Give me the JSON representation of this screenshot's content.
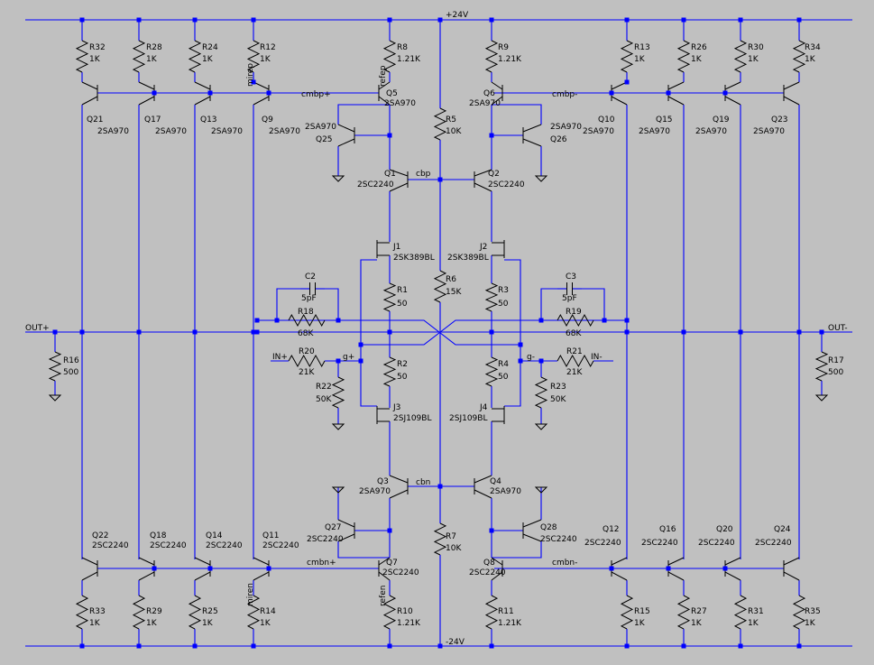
{
  "supply": {
    "pos": "+24V",
    "neg": "-24V"
  },
  "ports": {
    "out_pos": "OUT+",
    "out_neg": "OUT-",
    "in_pos": "IN+",
    "in_neg": "IN-"
  },
  "nets": {
    "cmbp_pos": "cmbp+",
    "cmbp_neg": "cmbp-",
    "cmbn_pos": "cmbn+",
    "cmbn_neg": "cmbn-",
    "cbp": "cbp",
    "cbn": "cbn",
    "g_pos": "g+",
    "g_neg": "g-",
    "mirep": "mirep",
    "refep": "refep",
    "miren": "miren",
    "refen": "refen"
  },
  "top_resistors": [
    {
      "ref": "R32",
      "val": "1K"
    },
    {
      "ref": "R28",
      "val": "1K"
    },
    {
      "ref": "R24",
      "val": "1K"
    },
    {
      "ref": "R12",
      "val": "1K"
    },
    {
      "ref": "R8",
      "val": "1.21K"
    },
    {
      "ref": "R9",
      "val": "1.21K"
    },
    {
      "ref": "R13",
      "val": "1K"
    },
    {
      "ref": "R26",
      "val": "1K"
    },
    {
      "ref": "R30",
      "val": "1K"
    },
    {
      "ref": "R34",
      "val": "1K"
    }
  ],
  "bottom_resistors": [
    {
      "ref": "R33",
      "val": "1K"
    },
    {
      "ref": "R29",
      "val": "1K"
    },
    {
      "ref": "R25",
      "val": "1K"
    },
    {
      "ref": "R14",
      "val": "1K"
    },
    {
      "ref": "R10",
      "val": "1.21K"
    },
    {
      "ref": "R11",
      "val": "1.21K"
    },
    {
      "ref": "R15",
      "val": "1K"
    },
    {
      "ref": "R27",
      "val": "1K"
    },
    {
      "ref": "R31",
      "val": "1K"
    },
    {
      "ref": "R35",
      "val": "1K"
    }
  ],
  "top_transistors": [
    {
      "ref": "Q21",
      "part": "2SA970"
    },
    {
      "ref": "Q17",
      "part": "2SA970"
    },
    {
      "ref": "Q13",
      "part": "2SA970"
    },
    {
      "ref": "Q9",
      "part": "2SA970"
    },
    {
      "ref": "Q5",
      "part": "2SA970"
    },
    {
      "ref": "Q6",
      "part": "2SA970"
    },
    {
      "ref": "Q10",
      "part": "2SA970"
    },
    {
      "ref": "Q15",
      "part": "2SA970"
    },
    {
      "ref": "Q19",
      "part": "2SA970"
    },
    {
      "ref": "Q23",
      "part": "2SA970"
    }
  ],
  "bottom_transistors": [
    {
      "ref": "Q22",
      "part": "2SC2240"
    },
    {
      "ref": "Q18",
      "part": "2SC2240"
    },
    {
      "ref": "Q14",
      "part": "2SC2240"
    },
    {
      "ref": "Q11",
      "part": "2SC2240"
    },
    {
      "ref": "Q7",
      "part": "2SC2240"
    },
    {
      "ref": "Q8",
      "part": "2SC2240"
    },
    {
      "ref": "Q12",
      "part": "2SC2240"
    },
    {
      "ref": "Q16",
      "part": "2SC2240"
    },
    {
      "ref": "Q20",
      "part": "2SC2240"
    },
    {
      "ref": "Q24",
      "part": "2SC2240"
    }
  ],
  "core": {
    "Q25": {
      "ref": "Q25",
      "part": "2SA970"
    },
    "Q26": {
      "ref": "Q26",
      "part": "2SA970"
    },
    "Q27": {
      "ref": "Q27",
      "part": "2SC2240"
    },
    "Q28": {
      "ref": "Q28",
      "part": "2SC2240"
    },
    "Q1": {
      "ref": "Q1",
      "part": "2SC2240"
    },
    "Q2": {
      "ref": "Q2",
      "part": "2SC2240"
    },
    "Q3": {
      "ref": "Q3",
      "part": "2SA970"
    },
    "Q4": {
      "ref": "Q4",
      "part": "2SA970"
    },
    "J1": {
      "ref": "J1",
      "part": "2SK389BL"
    },
    "J2": {
      "ref": "J2",
      "part": "2SK389BL"
    },
    "J3": {
      "ref": "J3",
      "part": "2SJ109BL"
    },
    "J4": {
      "ref": "J4",
      "part": "2SJ109BL"
    },
    "R1": {
      "ref": "R1",
      "val": "50"
    },
    "R2": {
      "ref": "R2",
      "val": "50"
    },
    "R3": {
      "ref": "R3",
      "val": "50"
    },
    "R4": {
      "ref": "R4",
      "val": "50"
    },
    "R5": {
      "ref": "R5",
      "val": "10K"
    },
    "R6": {
      "ref": "R6",
      "val": "15K"
    },
    "R7": {
      "ref": "R7",
      "val": "10K"
    },
    "R16": {
      "ref": "R16",
      "val": "500"
    },
    "R17": {
      "ref": "R17",
      "val": "500"
    },
    "R18": {
      "ref": "R18",
      "val": "68K"
    },
    "R19": {
      "ref": "R19",
      "val": "68K"
    },
    "R20": {
      "ref": "R20",
      "val": "21K"
    },
    "R21": {
      "ref": "R21",
      "val": "21K"
    },
    "R22": {
      "ref": "R22",
      "val": "50K"
    },
    "R23": {
      "ref": "R23",
      "val": "50K"
    },
    "C2": {
      "ref": "C2",
      "val": "5pF"
    },
    "C3": {
      "ref": "C3",
      "val": "5pF"
    }
  }
}
